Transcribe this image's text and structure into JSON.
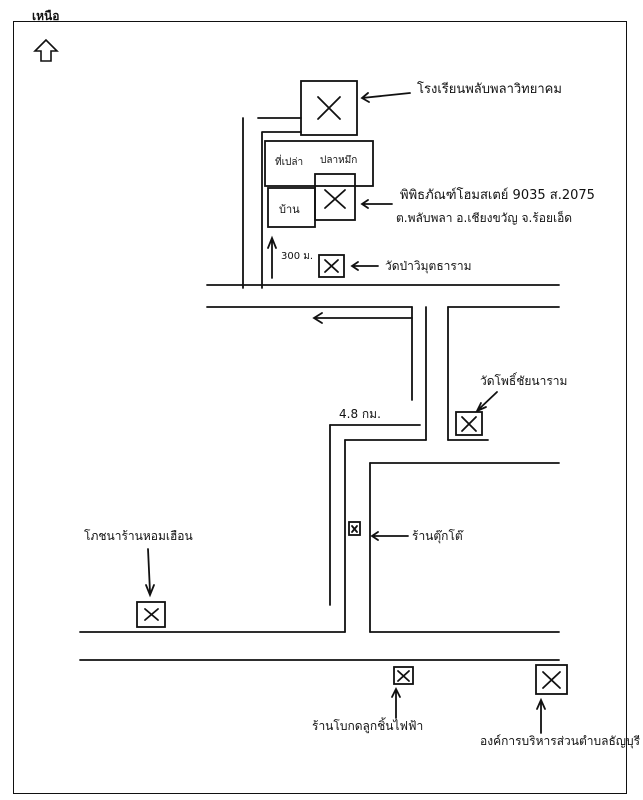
{
  "north": {
    "label": "เหนือ",
    "icon": "up-arrow-icon"
  },
  "landmarks": [
    {
      "id": "school",
      "label": "โรงเรียนพลับพลาวิทยาคม"
    },
    {
      "id": "museum-line1",
      "label": "พิพิธภัณฑ์โฮมสเตย์ 9035 ส.2075"
    },
    {
      "id": "museum-line2",
      "label": "ต.พลับพลา อ.เชียงขวัญ จ.ร้อยเอ็ด"
    },
    {
      "id": "wat-pa",
      "label": "วัดป่าวิมุตธาราม"
    },
    {
      "id": "wat-pho",
      "label": "วัดโพธิ์ชัยนาราม"
    },
    {
      "id": "distance",
      "label": "4.8 กม."
    },
    {
      "id": "shop",
      "label": "ร้านตุ๊กโต๊"
    },
    {
      "id": "restaurant",
      "label": "โภชนาร้านหอมเฮือน"
    },
    {
      "id": "hospital",
      "label": "ร้านโบกดลูกชิ้นไฟฟ้า"
    },
    {
      "id": "temple-bottom",
      "label": "องค์การบริหารส่วนตำบลธัญบุรี"
    }
  ],
  "small_labels": {
    "cell_a": "ที่เปล่า",
    "cell_b": "ปลาหมึก",
    "cell_c": "บ้าน",
    "dist_300": "300 ม."
  },
  "colors": {
    "ink": "#111111",
    "paper": "#ffffff"
  }
}
